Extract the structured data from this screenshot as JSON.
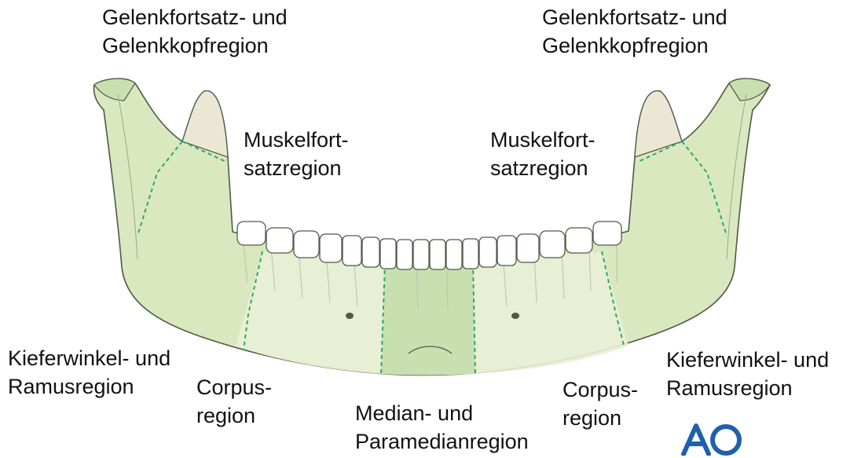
{
  "labels": {
    "condyle_left": {
      "line1": "Gelenkfortsatz- und",
      "line2": "Gelenkkopfregion"
    },
    "condyle_right": {
      "line1": "Gelenkfortsatz- und",
      "line2": "Gelenkkopfregion"
    },
    "coronoid_left": {
      "line1": "Muskelfort-",
      "line2": "satzregion"
    },
    "coronoid_right": {
      "line1": "Muskelfort-",
      "line2": "satzregion"
    },
    "angle_left": {
      "line1": "Kieferwinkel- und",
      "line2": "Ramusregion"
    },
    "angle_right": {
      "line1": "Kieferwinkel- und",
      "line2": "Ramusregion"
    },
    "body_left": {
      "line1": "Corpus-",
      "line2": "region"
    },
    "body_right": {
      "line1": "Corpus-",
      "line2": "region"
    },
    "symphysis": {
      "line1": "Median- und",
      "line2": "Paramedianregion"
    }
  },
  "logo": {
    "text": "AO"
  },
  "colors": {
    "bone_fill": "#d9e8bf",
    "bone_light": "#ecf2dd",
    "symphysis_fill": "#c8e0b0",
    "coronoid_fill": "#ece7d4",
    "outline": "#4d5a46",
    "divider": "#2fa86a",
    "tooth_fill": "#ffffff",
    "logo_blue": "#1f5fae"
  }
}
